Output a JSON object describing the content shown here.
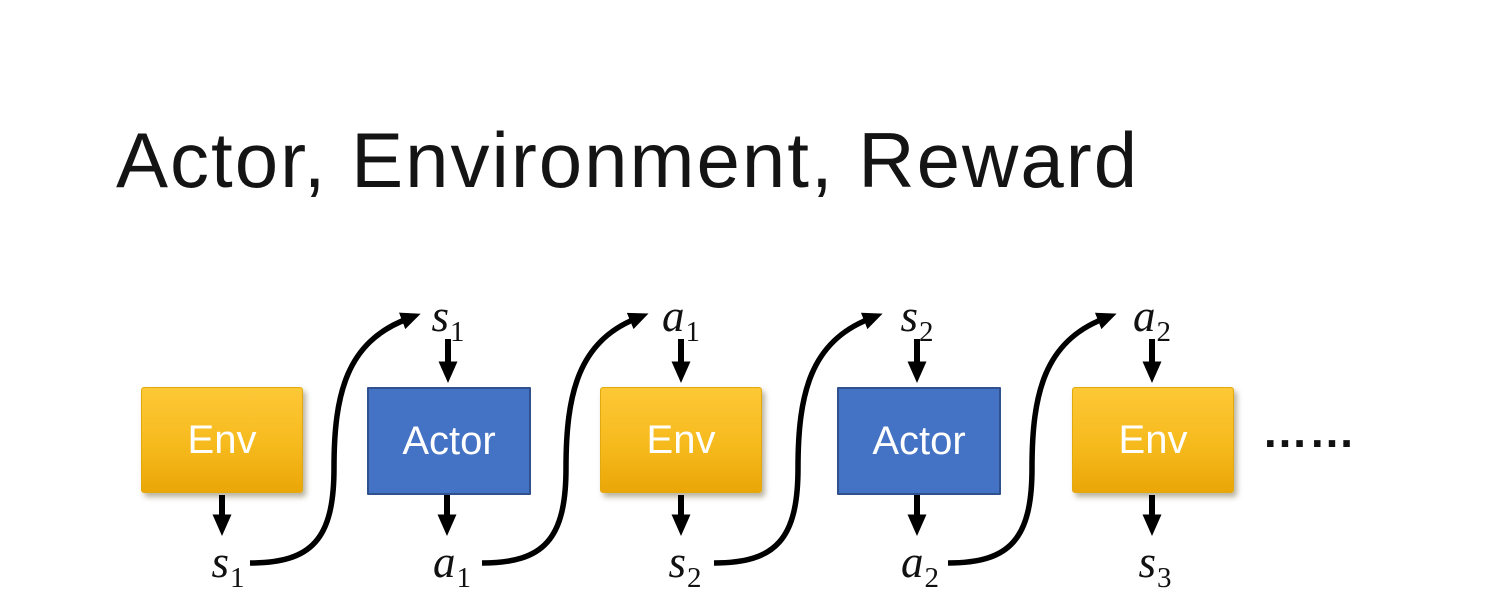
{
  "slide": {
    "title": "Actor, Environment, Reward",
    "background": "#FFFFFF"
  },
  "diagram": {
    "boxes": [
      {
        "id": "env-1",
        "label": "Env",
        "kind": "env"
      },
      {
        "id": "actor-1",
        "label": "Actor",
        "kind": "actor"
      },
      {
        "id": "env-2",
        "label": "Env",
        "kind": "env"
      },
      {
        "id": "actor-2",
        "label": "Actor",
        "kind": "actor"
      },
      {
        "id": "env-3",
        "label": "Env",
        "kind": "env"
      }
    ],
    "top_labels": [
      {
        "base": "s",
        "sub": "1"
      },
      {
        "base": "a",
        "sub": "1"
      },
      {
        "base": "s",
        "sub": "2"
      },
      {
        "base": "a",
        "sub": "2"
      }
    ],
    "bottom_labels": [
      {
        "base": "s",
        "sub": "1"
      },
      {
        "base": "a",
        "sub": "1"
      },
      {
        "base": "s",
        "sub": "2"
      },
      {
        "base": "a",
        "sub": "2"
      },
      {
        "base": "s",
        "sub": "3"
      }
    ],
    "ellipsis": "……",
    "colors": {
      "title_text": "#141414",
      "env_gradient_top": "#FDC836",
      "env_gradient_bottom": "#EBA607",
      "env_border": "#E2A90F",
      "actor_fill": "#4472C4",
      "actor_border": "#2F528F",
      "box_text": "#FFFFFF",
      "arrow": "#000000",
      "label_text": "#111111"
    }
  }
}
